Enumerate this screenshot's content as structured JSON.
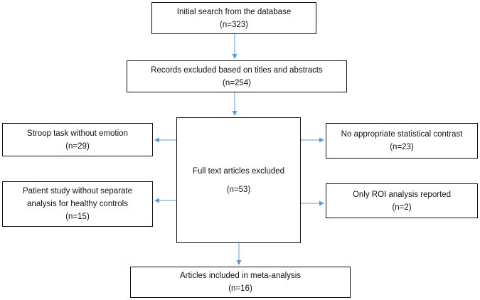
{
  "boxes": {
    "initial_search": {
      "line1": "Initial search from the database",
      "line2": "(n=323)"
    },
    "records_excluded": {
      "line1": "Records excluded based on titles and abstracts",
      "line2": "(n=254)"
    },
    "full_text_excluded": {
      "line1": "Full text articles excluded",
      "line2": "(n=53)"
    },
    "stroop": {
      "line1": "Stroop task without emotion",
      "line2": "(n=29)"
    },
    "patient_study": {
      "line1": "Patient study without separate",
      "line2": "analysis for healthy controls",
      "line3": "(n=15)"
    },
    "no_contrast": {
      "line1": "No appropriate statistical contrast",
      "line2": "(n=23)"
    },
    "roi_only": {
      "line1": "Only ROI analysis reported",
      "line2": "(n=2)"
    },
    "included": {
      "line1": "Articles included in meta-analysis",
      "line2": "(n=16)"
    }
  },
  "colors": {
    "arrow": "#5b9bd5",
    "border": "#111111"
  }
}
